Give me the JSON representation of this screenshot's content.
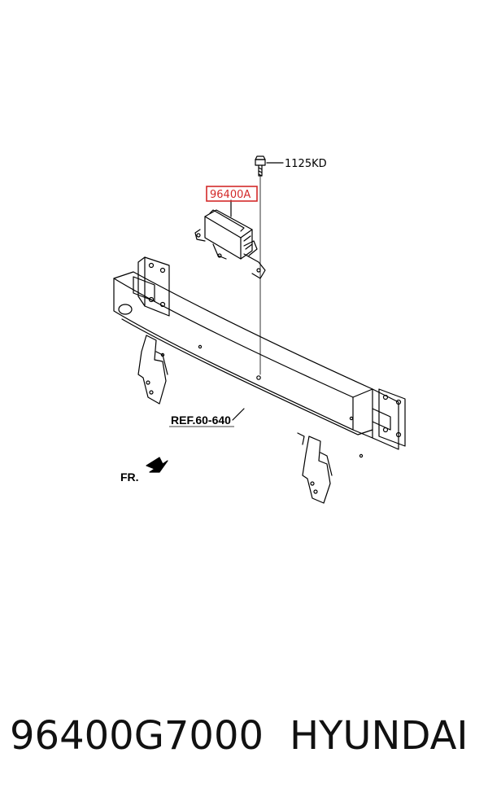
{
  "diagram": {
    "labels": {
      "bolt": "1125KD",
      "module": "96400A",
      "reference": "REF.60-640",
      "direction": "FR."
    },
    "highlight_color": "#d32a2a"
  },
  "caption": {
    "part_number": "96400G7000",
    "brand": "HYUNDAI"
  }
}
